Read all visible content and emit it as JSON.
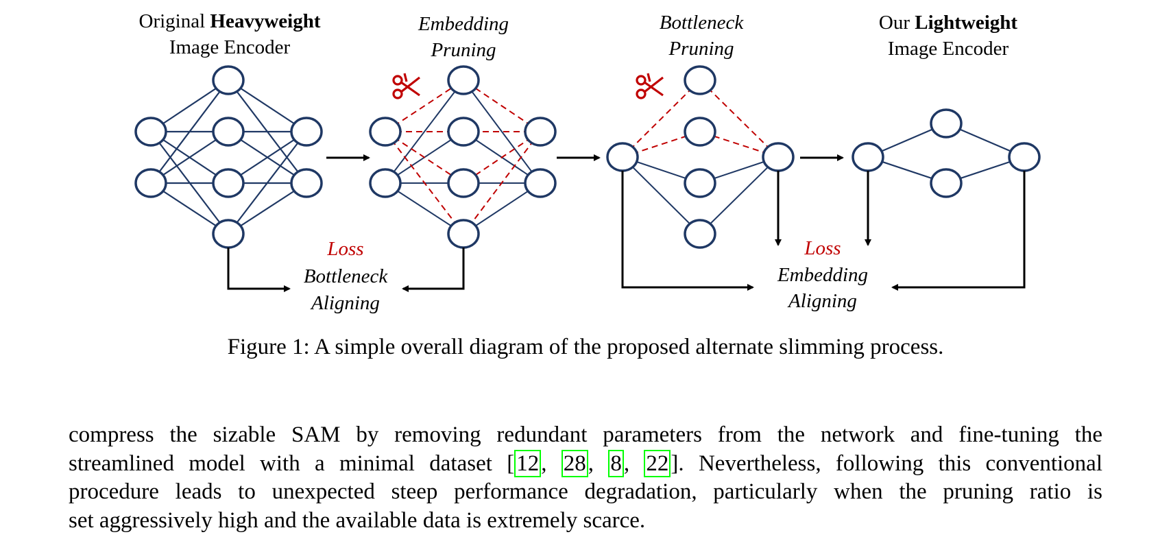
{
  "diagram": {
    "stages": [
      {
        "line1_prefix": "Original ",
        "line1_bold": "Heavyweight",
        "line2": "Image Encoder"
      },
      {
        "line1": "Embedding",
        "line2": "Pruning"
      },
      {
        "line1": "Bottleneck",
        "line2": "Pruning"
      },
      {
        "line1_prefix": "Our ",
        "line1_bold": "Lightweight",
        "line2": "Image Encoder"
      }
    ],
    "losses": [
      {
        "loss": "Loss",
        "line1": "Bottleneck",
        "line2": "Aligning"
      },
      {
        "loss": "Loss",
        "line1": "Embedding",
        "line2": "Aligning"
      }
    ],
    "colors": {
      "node": "#1f3864",
      "pruned": "#c00000",
      "arrow": "#000000"
    },
    "icons": [
      "scissors-icon",
      "scissors-icon"
    ]
  },
  "caption": "Figure 1: A simple overall diagram of the proposed alternate slimming process.",
  "paragraph": {
    "line1": "compress the sizable SAM by removing redundant parameters from the network and fine-tuning the",
    "line2_before": "streamlined model with a minimal dataset [",
    "citations": [
      "12",
      "28",
      "8",
      "22"
    ],
    "line2_after": "]. Nevertheless, following this conventional",
    "line3": "procedure leads to unexpected steep performance degradation, particularly when the pruning ratio is",
    "line4": "set aggressively high and the available data is extremely scarce."
  }
}
